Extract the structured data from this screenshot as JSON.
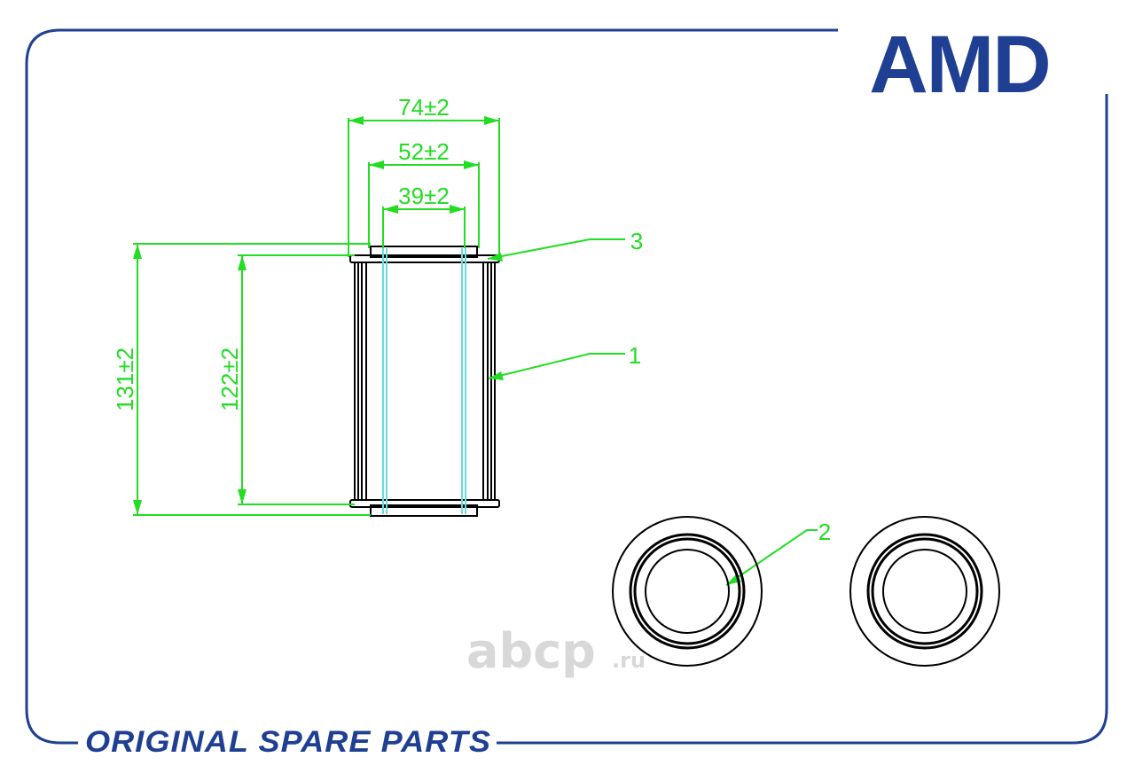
{
  "brand": {
    "logo_text": "AMD",
    "tagline": "ORIGINAL SPARE PARTS",
    "color": "#1f3f93"
  },
  "watermark": {
    "text": "abcp",
    "suffix": ".ru"
  },
  "drawing": {
    "dimension_color": "#22dd22",
    "hole_line_color": "#66dddd",
    "outline_color": "#000000",
    "dimensions": {
      "outer_diameter": "74±2",
      "middle_diameter": "52±2",
      "inner_diameter": "39±2",
      "total_height": "131±2",
      "body_height": "122±2"
    },
    "callouts": {
      "end_cap": "3",
      "filter_media": "1",
      "seal_ring": "2"
    }
  }
}
